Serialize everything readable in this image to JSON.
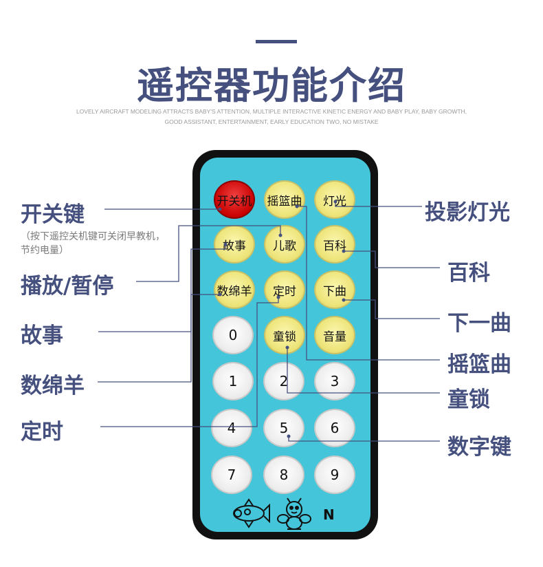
{
  "title": "遥控器功能介绍",
  "subtitle_line1": "LOVELY AIRCRAFT MODELING ATTRACTS BABY'S ATTENTION, MULTIPLE INTERACTIVE KINETIC ENERGY AND BABY PLAY, BABY GROWTH,",
  "subtitle_line2": "GOOD ASSISTANT, ENTERTAINMENT, EARLY EDUCATION TWO, NO MISTAKE",
  "buttons": {
    "power": "开关机",
    "lullaby": "摇篮曲",
    "light": "灯光",
    "story": "故事",
    "song": "儿歌",
    "encyclopedia": "百科",
    "counting_sheep": "数绵羊",
    "timer": "定时",
    "next": "下曲",
    "zero": "0",
    "child_lock": "童锁",
    "volume": "音量",
    "one": "1",
    "two": "2",
    "three": "3",
    "four": "4",
    "five": "5",
    "six": "6",
    "seven": "7",
    "eight": "8",
    "nine": "9",
    "n": "N"
  },
  "labels_left": {
    "power": "开关键",
    "power_note": "（按下遥控关机键可关闭早教机，节约电量）",
    "play_pause": "播放/暂停",
    "story": "故事",
    "counting_sheep": "数绵羊",
    "timer": "定时"
  },
  "labels_right": {
    "projection_light": "投影灯光",
    "encyclopedia": "百科",
    "next_song": "下一曲",
    "lullaby": "摇篮曲",
    "child_lock": "童锁",
    "number_keys": "数字键"
  },
  "colors": {
    "title": "#45507e",
    "remote_face": "#44c5d9",
    "remote_body": "#111111",
    "function_button": "#eee57c",
    "power_button": "#c90000",
    "number_button": "#eeeeee"
  },
  "icons": [
    "airplane-icon",
    "bee-icon"
  ]
}
